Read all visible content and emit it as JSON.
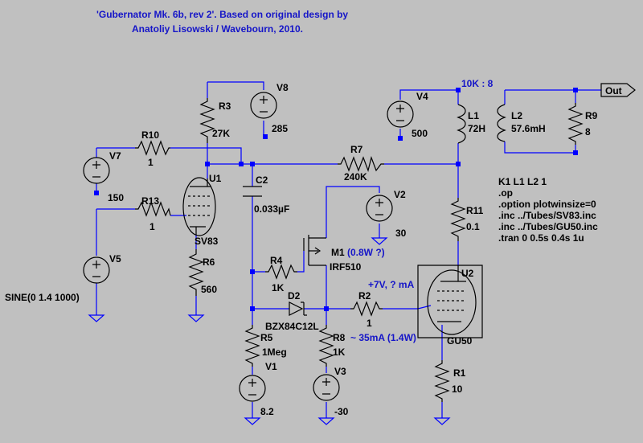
{
  "title": {
    "line1": "'Gubernator Mk. 6b, rev 2'. Based on original design by",
    "line2": "Anatoliy Lisowski / Wavebourn, 2010."
  },
  "components": {
    "R3": {
      "name": "R3",
      "value": "27K"
    },
    "V8": {
      "name": "V8",
      "value": "285"
    },
    "R10": {
      "name": "R10",
      "value": "1"
    },
    "V7": {
      "name": "V7",
      "value": "150"
    },
    "R13": {
      "name": "R13",
      "value": "1"
    },
    "V5": {
      "name": "V5",
      "value": "SINE(0 1.4 1000)"
    },
    "U1": {
      "name": "U1",
      "value": "SV83"
    },
    "R6": {
      "name": "R6",
      "value": "560"
    },
    "C2": {
      "name": "C2",
      "value": "0.033µF"
    },
    "R7": {
      "name": "R7",
      "value": "240K"
    },
    "V2": {
      "name": "V2",
      "value": "30"
    },
    "M1": {
      "name": "M1",
      "value": "IRF510",
      "note": "(0.8W ?)"
    },
    "R4": {
      "name": "R4",
      "value": "1K"
    },
    "D2": {
      "name": "D2",
      "value": "BZX84C12L"
    },
    "R5": {
      "name": "R5",
      "value": "1Meg"
    },
    "V1": {
      "name": "V1",
      "value": "8.2"
    },
    "R8": {
      "name": "R8",
      "value": "1K",
      "note": "~ 35mA (1.4W)"
    },
    "V3": {
      "name": "V3",
      "value": "-30"
    },
    "R2": {
      "name": "R2",
      "value": "1",
      "note": "+7V, ? mA"
    },
    "V4": {
      "name": "V4",
      "value": "500"
    },
    "L1": {
      "name": "L1",
      "value": "72H"
    },
    "L2": {
      "name": "L2",
      "value": "57.6mH"
    },
    "R9": {
      "name": "R9",
      "value": "8"
    },
    "R11": {
      "name": "R11",
      "value": "0.1"
    },
    "U2": {
      "name": "U2",
      "value": "GU50"
    },
    "R1": {
      "name": "R1",
      "value": "10"
    }
  },
  "transformer_ratio": "10K : 8",
  "output_label": "Out",
  "directives": [
    "K1 L1 L2 1",
    ".op",
    ".option plotwinsize=0",
    ".inc ../Tubes/SV83.inc",
    ".inc ../Tubes/GU50.inc",
    ".tran 0 0.5s 0.4s 1u"
  ]
}
